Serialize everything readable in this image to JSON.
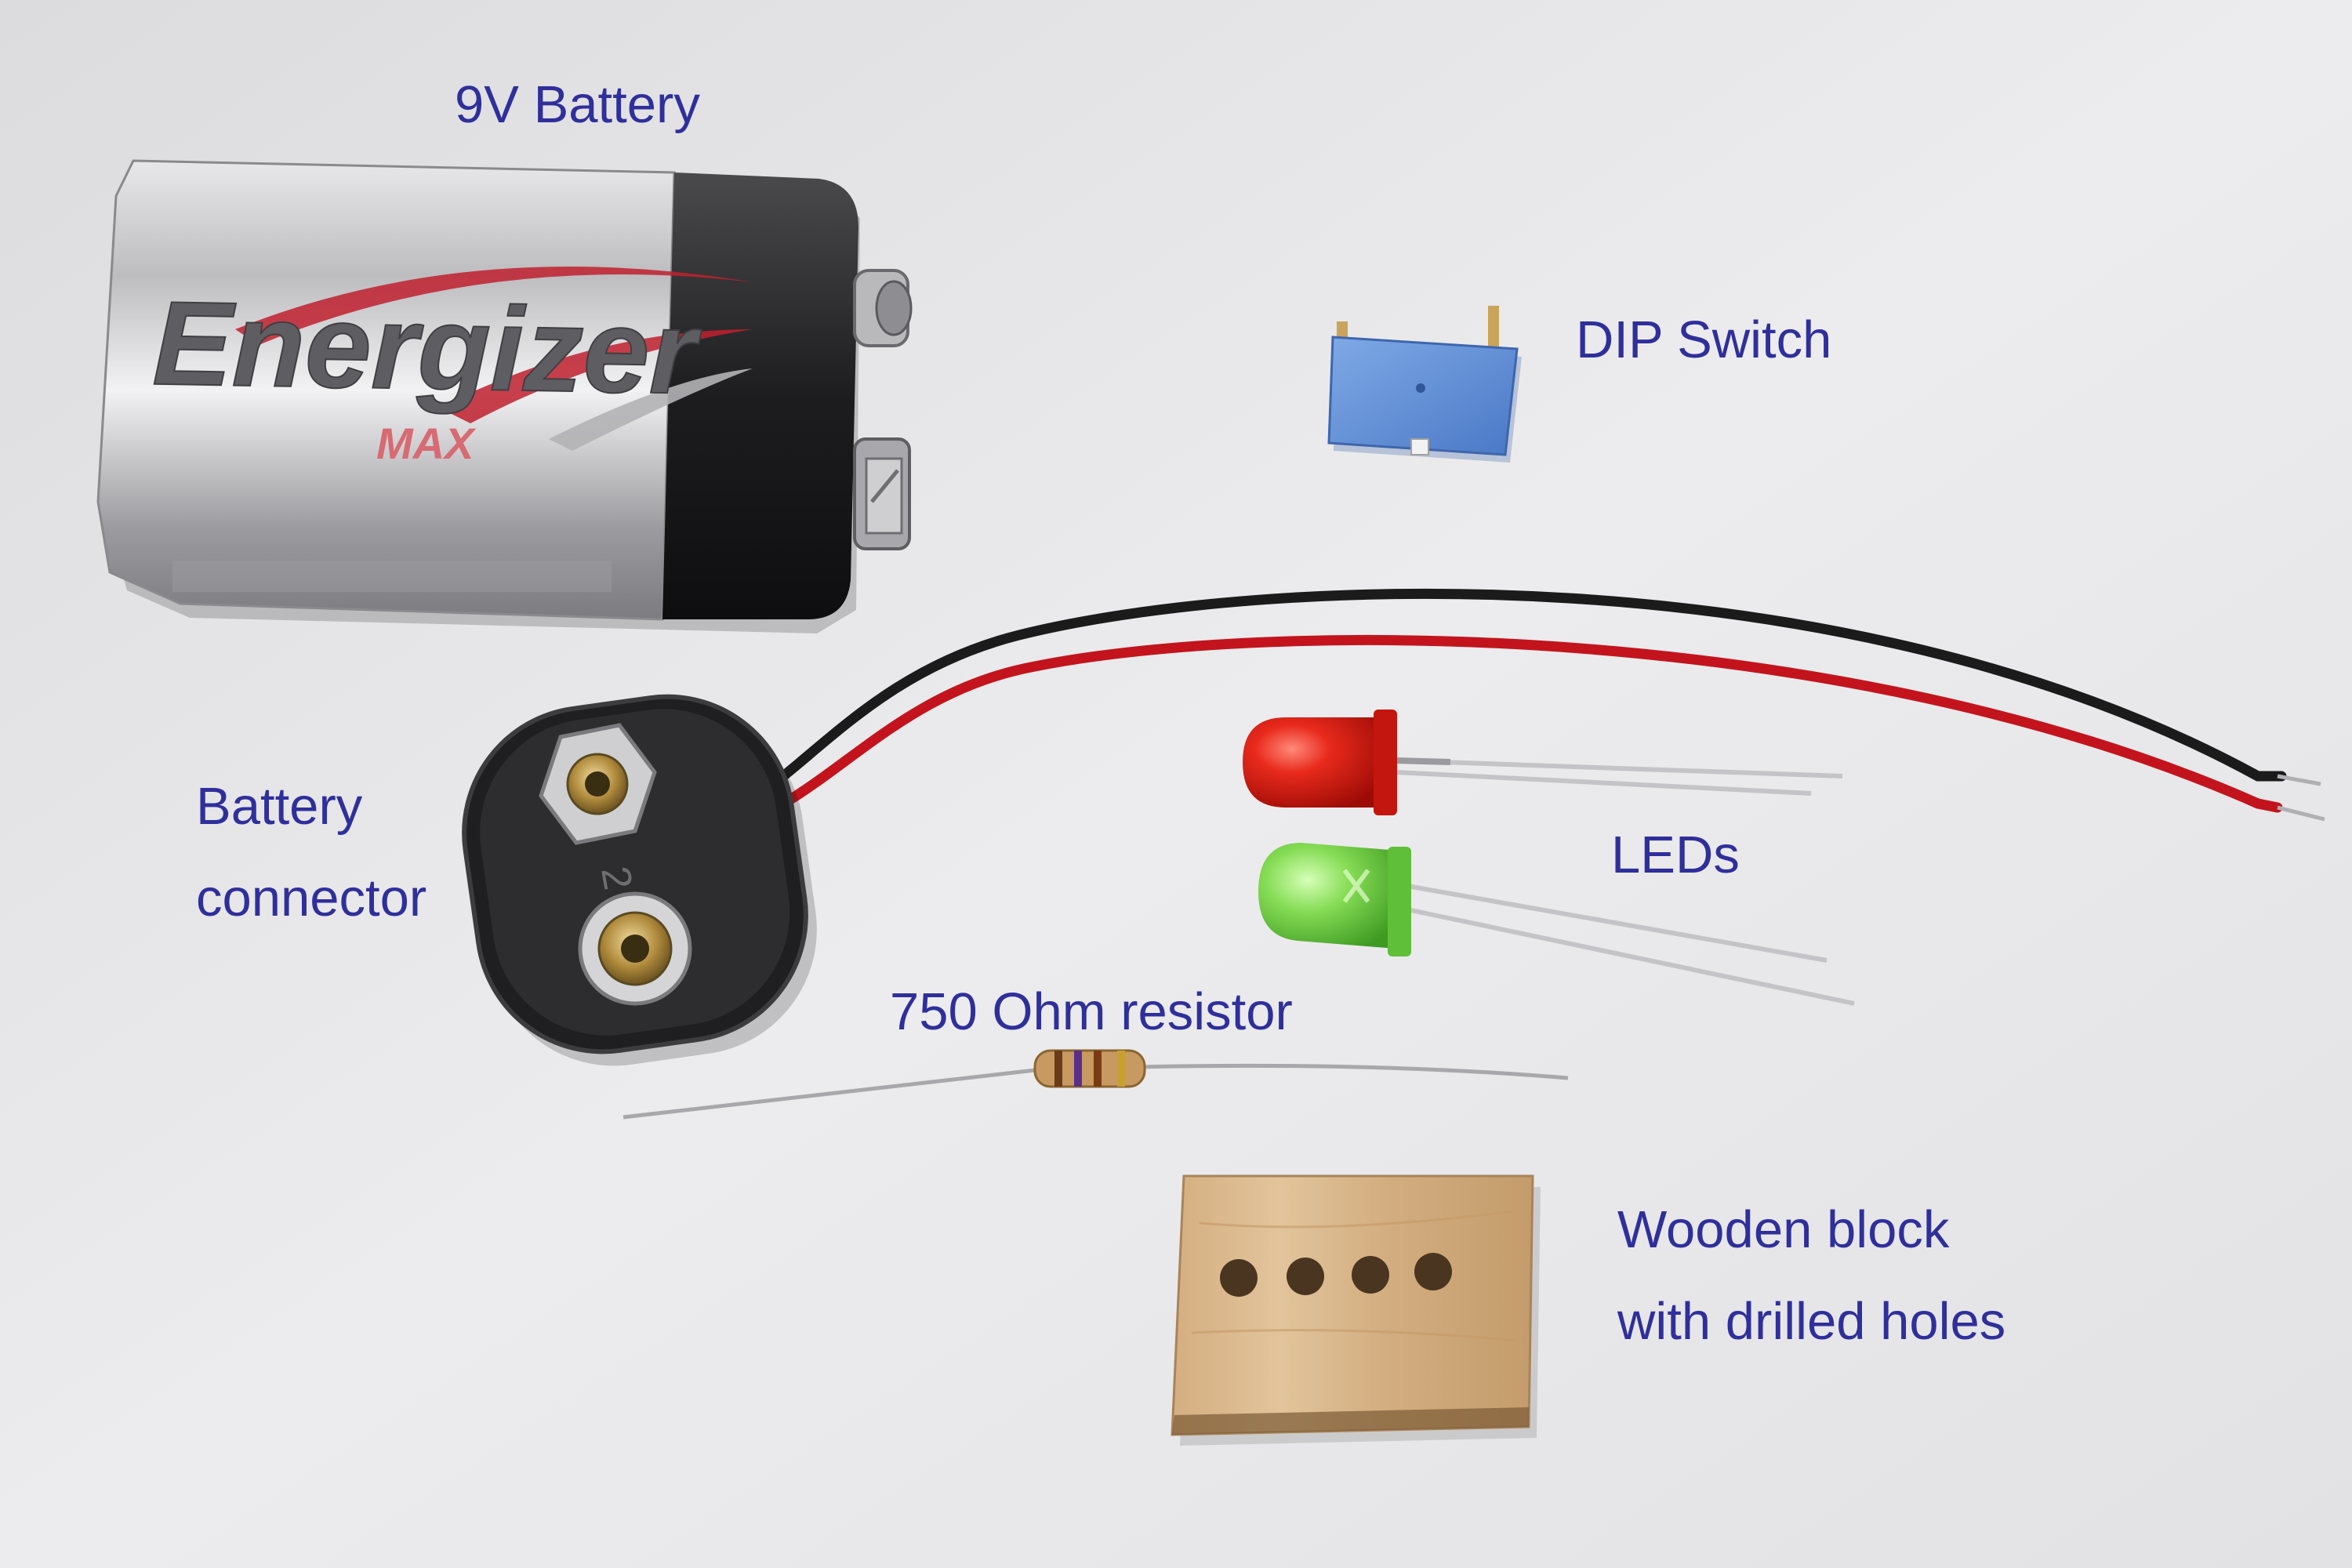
{
  "photo": {
    "colors": {
      "background": "#e6e6e8",
      "label_text": "#2f2f9c",
      "wire_red": "#c3141d",
      "wire_black": "#1b1b1b",
      "led_red": "#d81a12",
      "led_green": "#7ad54a",
      "wood": "#d9b88c",
      "resistor_body": "#c89a62"
    },
    "battery": {
      "label": "9V Battery",
      "brand": "Energizer",
      "subbrand": "MAX"
    },
    "dip_switch": {
      "label": "DIP Switch"
    },
    "battery_connector": {
      "label_line1": "Battery",
      "label_line2": "connector",
      "embossed_mark": "2"
    },
    "leds": {
      "label": "LEDs"
    },
    "resistor": {
      "label": "750 Ohm resistor"
    },
    "wooden_block": {
      "label_line1": "Wooden block",
      "label_line2": "with drilled holes",
      "hole_count": 4
    }
  }
}
